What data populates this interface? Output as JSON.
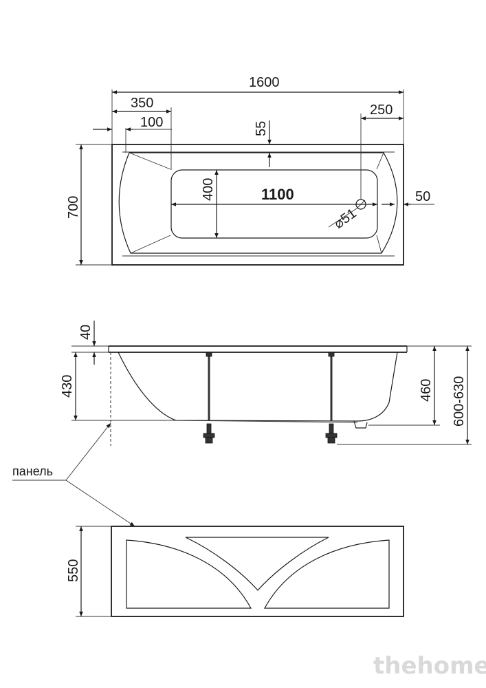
{
  "top_view": {
    "dims": {
      "length": "1600",
      "offset_left": "350",
      "offset_small": "100",
      "drain_offset": "250",
      "rim_top": "55",
      "width": "700",
      "bowl_width": "400",
      "bowl_length": "1100",
      "drain_diameter": "⌀51",
      "rim_right": "50"
    }
  },
  "side_view": {
    "dims": {
      "rim_height": "40",
      "depth": "430",
      "leg_height": "460",
      "total_height": "600-630"
    }
  },
  "panel_view": {
    "label": "панель",
    "dims": {
      "panel_height": "550"
    }
  },
  "watermark": "thehome"
}
